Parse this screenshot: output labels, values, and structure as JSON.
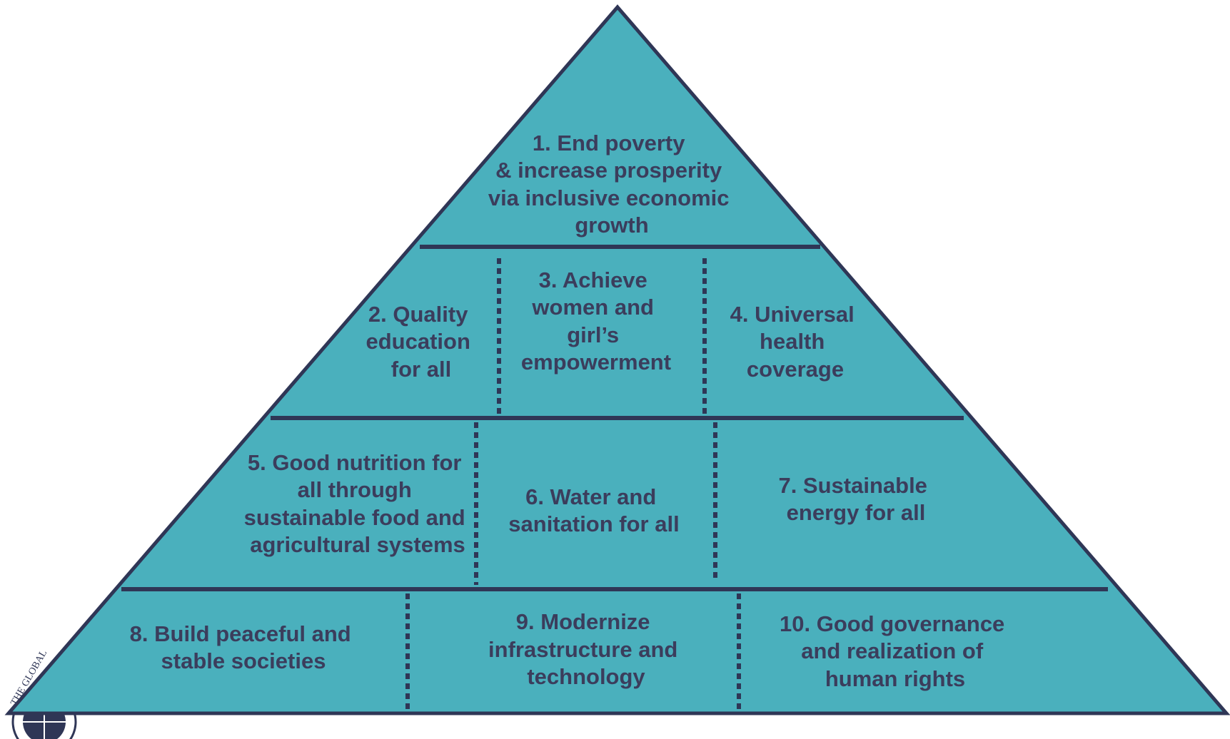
{
  "diagram": {
    "fill_color": "#4ab0bd",
    "line_color": "#2f3656",
    "text_color": "#3b3d5c",
    "logo_icon": "un-global-compact-emblem",
    "goals": [
      {
        "id": "goal-1",
        "lines": [
          "1. End poverty",
          "& increase prosperity",
          "via inclusive economic",
          "growth"
        ]
      },
      {
        "id": "goal-2",
        "lines": [
          "2. Quality",
          "education",
          "for all"
        ]
      },
      {
        "id": "goal-3",
        "lines": [
          "3. Achieve",
          "women and",
          "girl’s",
          "empowerment"
        ]
      },
      {
        "id": "goal-4",
        "lines": [
          "4. Universal",
          "health",
          "coverage"
        ]
      },
      {
        "id": "goal-5",
        "lines": [
          "5. Good nutrition for",
          "all through",
          "sustainable food and",
          "agricultural systems"
        ]
      },
      {
        "id": "goal-6",
        "lines": [
          "6. Water and",
          "sanitation for all"
        ]
      },
      {
        "id": "goal-7",
        "lines": [
          "7. Sustainable",
          "energy for all"
        ]
      },
      {
        "id": "goal-8",
        "lines": [
          "8. Build peaceful and",
          "stable societies"
        ]
      },
      {
        "id": "goal-9",
        "lines": [
          "9. Modernize",
          "infrastructure and",
          "technology"
        ]
      },
      {
        "id": "goal-10",
        "lines": [
          "10. Good governance",
          "and realization of",
          "human rights"
        ]
      }
    ]
  }
}
